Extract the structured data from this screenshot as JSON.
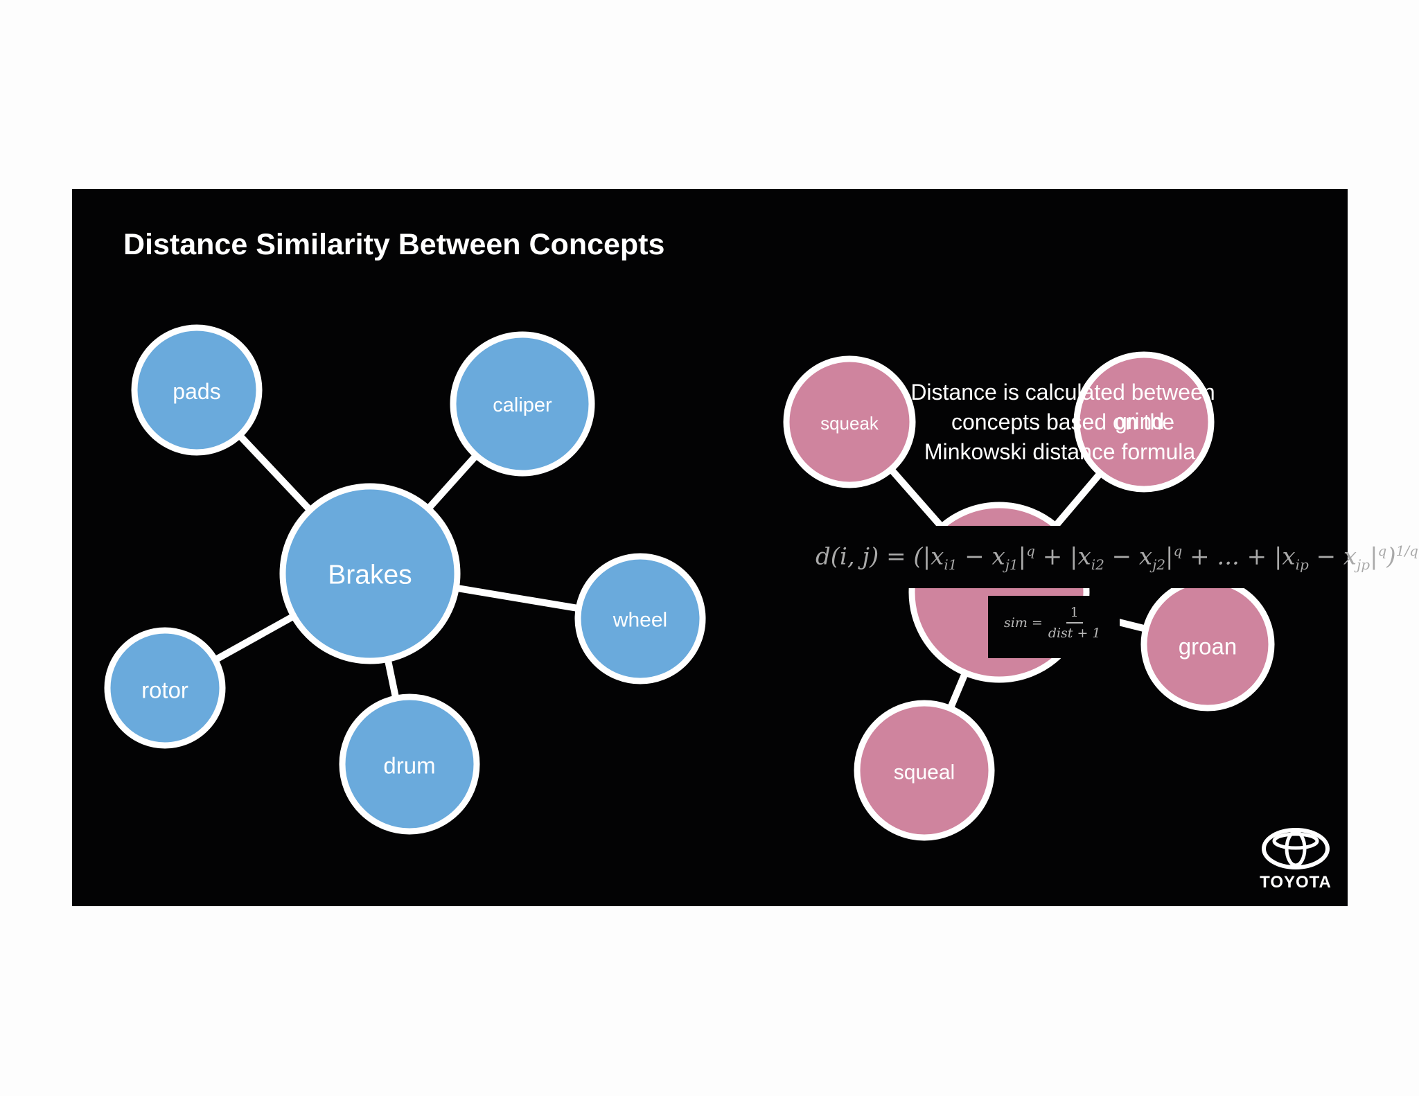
{
  "slide": {
    "title": "Distance Similarity Between Concepts",
    "background": "#030304"
  },
  "left_diagram": {
    "color": "#6aaadc",
    "center": "Brakes",
    "nodes": [
      "pads",
      "caliper",
      "wheel",
      "drum",
      "rotor"
    ]
  },
  "right_diagram": {
    "color": "#cf849e",
    "nodes": [
      "squeak",
      "grind",
      "groan",
      "squeal"
    ]
  },
  "explanation": {
    "lines": [
      "Distance is calculated between",
      "concepts based on the",
      "Minkowski distance formula."
    ]
  },
  "formula": {
    "minkowski": "d(i, j) = (|x_i1 − x_j1|^q + |x_i2 − x_j2|^q + ... + |x_ip − x_jp|^q)^(1/q)",
    "sim_lhs": "sim =",
    "sim_numerator": "1",
    "sim_denominator": "dist + 1"
  },
  "logo": {
    "text": "TOYOTA"
  }
}
